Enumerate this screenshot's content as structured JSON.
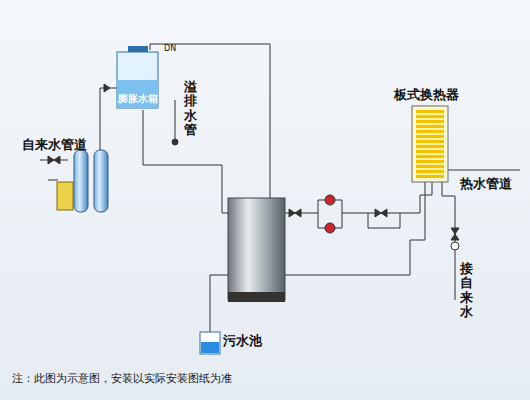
{
  "diagram": {
    "caption": "注：此图为示意图，安装以实际安装图纸为准",
    "nodes": [
      {
        "text": [
          "膨胀水箱"
        ]
      },
      {
        "text": [
          "板式换热器"
        ]
      },
      {
        "text": [
          "污水池"
        ]
      }
    ],
    "labels": [
      "自来水管道",
      "DN",
      "溢排水管",
      "热水管道",
      "接自来水"
    ]
  }
}
